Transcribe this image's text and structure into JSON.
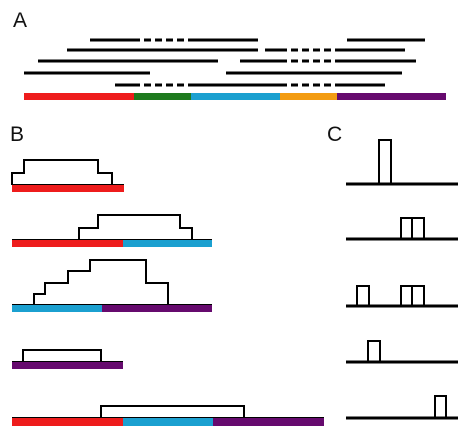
{
  "panels": {
    "a": {
      "label": "A"
    },
    "b": {
      "label": "B"
    },
    "c": {
      "label": "C"
    }
  },
  "colors": {
    "red": "#ee1c1c",
    "green": "#1e7a1e",
    "blue": "#1ba0d0",
    "orange": "#f39c12",
    "purple": "#660a6e",
    "line": "#000000"
  },
  "icons": {
    "read": "solid-read-segment",
    "junction": "dashed-junction-gap",
    "coverage": "step-coverage-outline",
    "peak": "rectangular-peak"
  }
}
